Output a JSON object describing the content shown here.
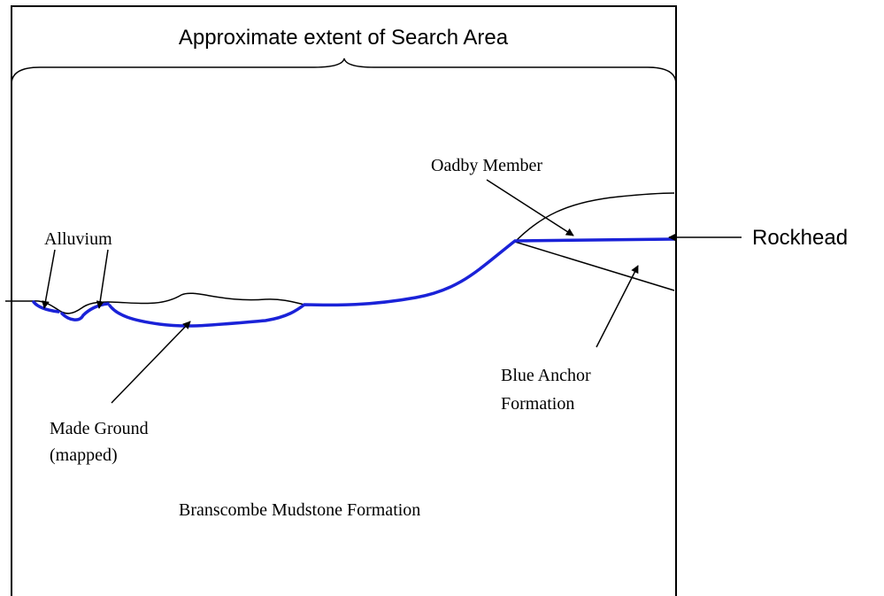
{
  "title": "Approximate extent of Search Area",
  "labels": {
    "oadby": "Oadby Member",
    "rockhead": "Rockhead",
    "alluvium": "Alluvium",
    "blue_anchor_1": "Blue Anchor",
    "blue_anchor_2": "Formation",
    "made_ground_1": "Made Ground",
    "made_ground_2": "(mapped)",
    "branscombe": "Branscombe Mudstone Formation"
  },
  "colors": {
    "outline": "#000000",
    "rockhead_line": "#1a22d8"
  },
  "icons": [
    "arrow-icon"
  ]
}
